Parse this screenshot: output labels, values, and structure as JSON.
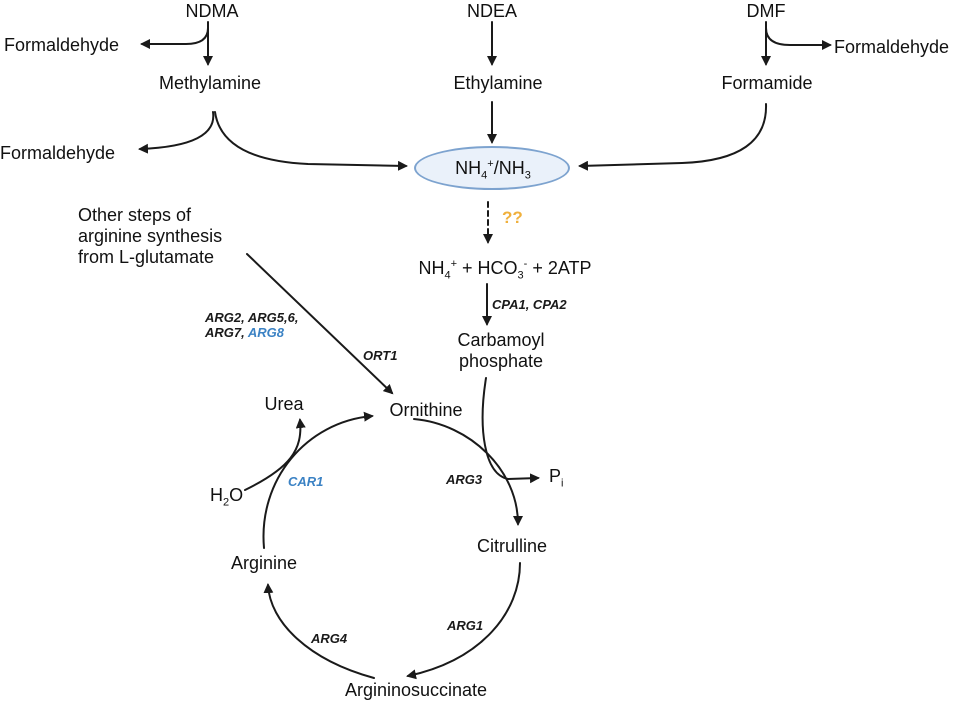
{
  "nodes": {
    "ndma": "NDMA",
    "ndea": "NDEA",
    "dmf": "DMF",
    "formaldehyde_1": "Formaldehyde",
    "formaldehyde_2": "Formaldehyde",
    "formaldehyde_3": "Formaldehyde",
    "methylamine": "Methylamine",
    "ethylamine": "Ethylamine",
    "formamide": "Formamide",
    "ammonium": {
      "a": "NH",
      "sub1": "4",
      "sup1": "+",
      "b": "/NH",
      "sub2": "3"
    },
    "reactants": {
      "a": "NH",
      "sub1": "4",
      "sup1": "+",
      "b": " + HCO",
      "sub2": "3",
      "sup2": "-",
      "c": " + 2ATP"
    },
    "other_steps": "Other steps of\narginine synthesis\nfrom L-glutamate",
    "carbamoyl_phosphate": "Carbamoyl\nphosphate",
    "urea": "Urea",
    "ornithine": "Ornithine",
    "pi": {
      "a": "P",
      "sub": "i"
    },
    "water": {
      "a": "H",
      "sub": "2",
      "b": "O"
    },
    "citrulline": "Citrulline",
    "arginine": "Arginine",
    "argininosuccinate": "Argininosuccinate",
    "unknown_step": "??"
  },
  "genes": {
    "arg_cluster": {
      "line1": "ARG2, ARG5,6,",
      "line2a": "ARG7, ",
      "line2b": "ARG8"
    },
    "ort1": "ORT1",
    "cpa": "CPA1, CPA2",
    "car1": "CAR1",
    "arg3": "ARG3",
    "arg1": "ARG1",
    "arg4": "ARG4"
  },
  "colors": {
    "arrow": "#1a1a1a",
    "ellipse_fill": "#eaf1fa",
    "ellipse_stroke": "#7da3cf",
    "highlight_gene": "#3b82c4",
    "unknown": "#f0b03c"
  }
}
